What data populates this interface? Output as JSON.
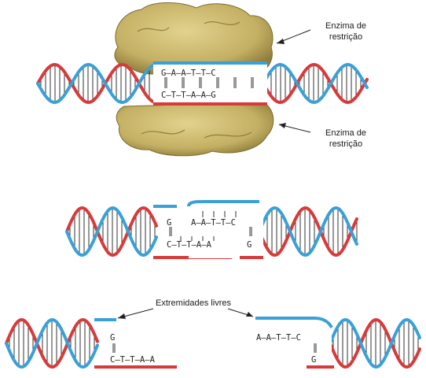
{
  "labels": {
    "enzyme_top": [
      "Enzima de",
      "restrição"
    ],
    "enzyme_bottom": [
      "Enzima de",
      "restrição"
    ],
    "free_ends": "Extremidades livres"
  },
  "sequences": {
    "stage1_top": "G–A–A–T–T–C",
    "stage1_bottom": "C–T–T–A–A–G",
    "stage2_top_left": "G",
    "stage2_top_right": "A–A–T–T–C",
    "stage2_bottom_left": "C–T–T–A–A",
    "stage2_bottom_right": "G",
    "stage3_left_top": "G",
    "stage3_left_bottom": "C–T–T–A–A",
    "stage3_right_top": "A–A–T–T–C",
    "stage3_right_bottom": "G"
  },
  "colors": {
    "strand_blue": "#3aa0d8",
    "strand_red": "#d83a3a",
    "enzyme": "#c9b56a",
    "rungs": "#333333"
  }
}
